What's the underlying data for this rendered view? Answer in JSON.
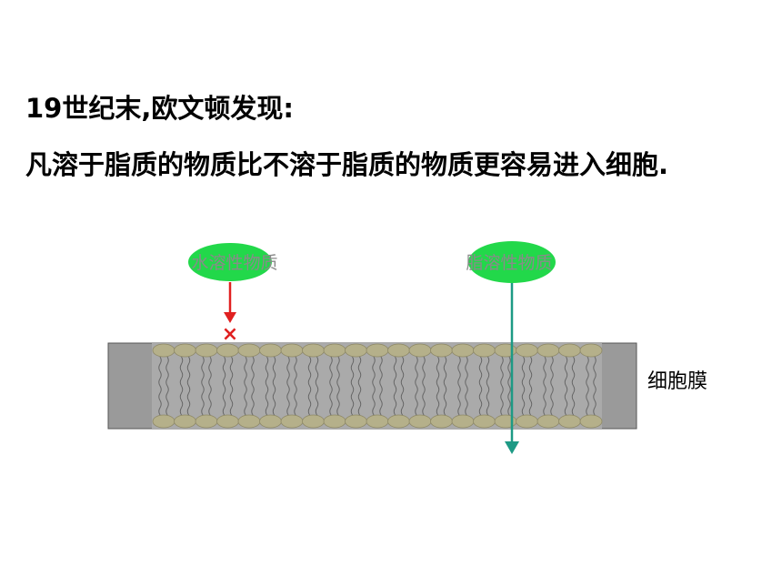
{
  "heading": {
    "line1": "19世纪末,欧文顿发现:",
    "line2": "凡溶于脂质的物质比不溶于脂质的物质更容易进入细胞."
  },
  "diagram": {
    "water_soluble_label": "水溶性物质",
    "lipid_soluble_label": "脂溶性物质",
    "membrane_label": "细胞膜",
    "blocked_mark": "×",
    "colors": {
      "ellipse": "#22d84a",
      "membrane_fill": "#9a9a9a",
      "head": "#b5b08a",
      "blocked_arrow": "#e02020",
      "pass_arrow": "#1d9a85"
    }
  }
}
